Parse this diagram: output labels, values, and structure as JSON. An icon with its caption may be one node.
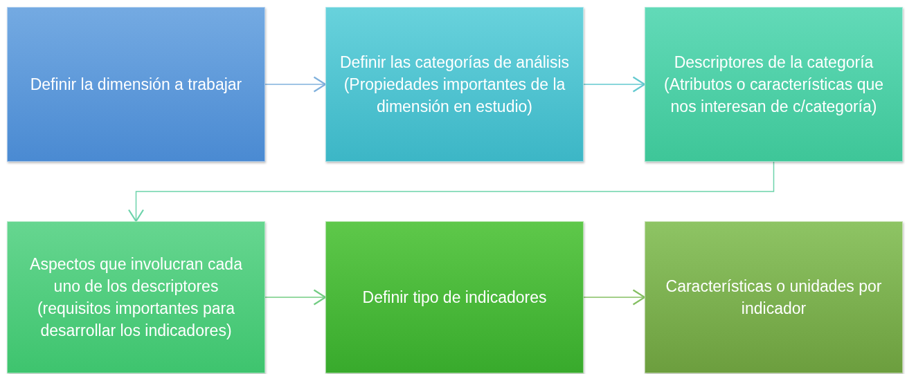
{
  "diagram": {
    "nodes": [
      {
        "text": [
          "Definir la dimensión a trabajar"
        ]
      },
      {
        "text": [
          "Definir las categorías de análisis (Propiedades importantes de la dimensión en estudio)"
        ]
      },
      {
        "text": [
          "Descriptores de la categoría (Atributos o características que nos interesan de c/categoría)"
        ]
      },
      {
        "text": [
          "Aspectos que involucran cada uno de los descriptores (requisitos importantes para desarrollar los indicadores)"
        ]
      },
      {
        "text": [
          "Definir tipo de indicadores"
        ]
      },
      {
        "text": [
          "Características o unidades por indicador"
        ]
      }
    ],
    "edges": [
      {
        "from": 0,
        "to": 1,
        "arrow": "to",
        "color": "#7fb0dc"
      },
      {
        "from": 1,
        "to": 2,
        "arrow": "to",
        "color": "#62c9cf"
      },
      {
        "from": 2,
        "to": 3,
        "arrow": "to",
        "color": "#6cd3aa"
      },
      {
        "from": 3,
        "to": 4,
        "arrow": "to",
        "color": "#72cc82"
      },
      {
        "from": 4,
        "to": 5,
        "arrow": "to",
        "color": "#84bf62"
      }
    ]
  }
}
